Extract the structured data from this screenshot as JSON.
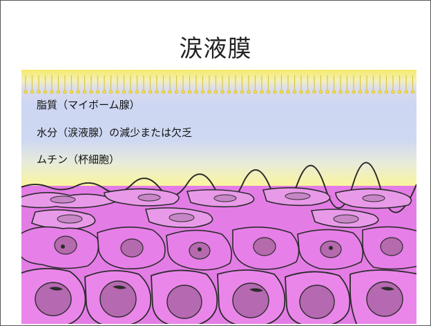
{
  "slide": {
    "title": "涙液膜"
  },
  "layers": [
    {
      "label": "脂質（マイボーム腺）"
    },
    {
      "label": "水分（涙液腺）の減少または欠乏"
    },
    {
      "label": "ムチン（杯細胞）"
    }
  ],
  "figure": {
    "icon": "epithelium-illustration",
    "colors": {
      "lipid": "#f7e860",
      "aqueous": "#cdd6f2",
      "mucin": "#fbf6a8",
      "cells": "#e47ce6",
      "nucleus": "#b56aae",
      "outline": "#2b2b2b"
    }
  }
}
